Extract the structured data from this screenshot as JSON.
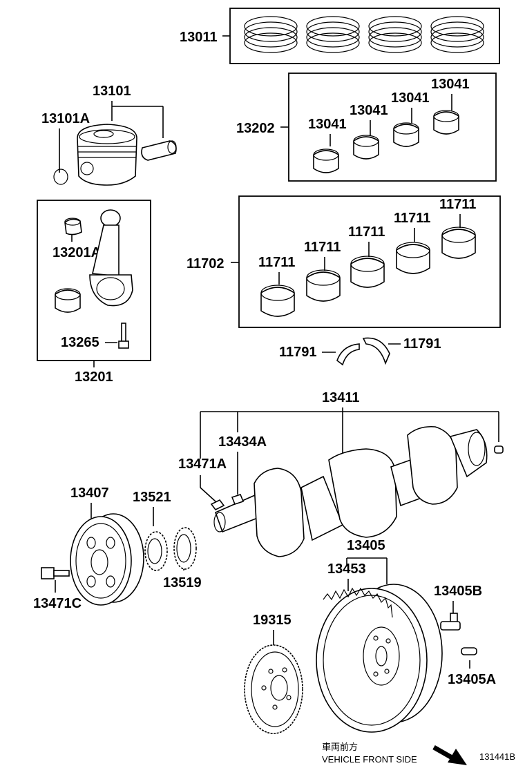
{
  "labels": {
    "ring_set": "13011",
    "piston": "13101",
    "piston_snap_ring": "13101A",
    "con_rod_bearing_set": "13202",
    "con_rod_bearing_1": "13041",
    "con_rod_bearing_2": "13041",
    "con_rod_bearing_3": "13041",
    "con_rod_bearing_4": "13041",
    "main_bearing_set": "11702",
    "main_bearing_1": "11711",
    "main_bearing_2": "11711",
    "main_bearing_3": "11711",
    "main_bearing_4": "11711",
    "main_bearing_5": "11711",
    "thrust_washer_left": "11791",
    "thrust_washer_right": "11791",
    "con_rod_bushing": "13201A",
    "con_rod_bolt": "13265",
    "con_rod_assembly": "13201",
    "crankshaft": "13411",
    "crank_pin_b": "13434A",
    "crank_key": "13471A",
    "pulley": "13407",
    "timing_gear": "13521",
    "oil_pump_gear": "13519",
    "pulley_bolt": "13471C",
    "flywheel_assembly": "13405",
    "ring_gear": "13453",
    "flywheel_bolt": "13405B",
    "flywheel_pin": "13405A",
    "drive_plate": "19315"
  },
  "footer": {
    "direction_jp": "車両前方",
    "direction_en": "VEHICLE FRONT SIDE",
    "diagram_id": "131441B"
  }
}
